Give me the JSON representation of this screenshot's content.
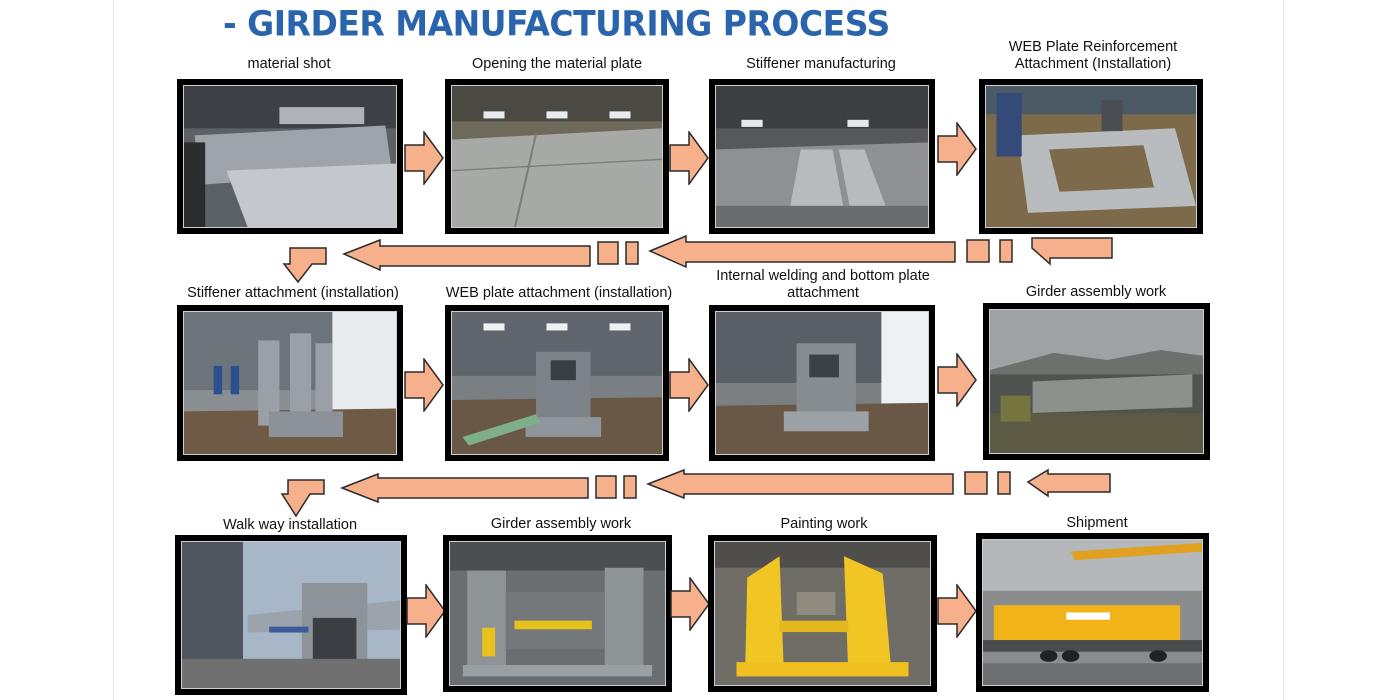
{
  "title": "- GIRDER MANUFACTURING PROCESS",
  "rows": [
    {
      "steps": [
        {
          "label": "material shot",
          "photo": "material-shot-photo"
        },
        {
          "label": "Opening the material plate",
          "photo": "material-plate-photo"
        },
        {
          "label": "Stiffener manufacturing",
          "photo": "stiffener-manufacturing-photo"
        },
        {
          "label": "WEB Plate Reinforcement\nAttachment (Installation)",
          "photo": "web-plate-reinforcement-photo"
        }
      ]
    },
    {
      "steps": [
        {
          "label": "Stiffener attachment (installation)",
          "photo": "stiffener-attachment-photo"
        },
        {
          "label": "WEB plate attachment (installation)",
          "photo": "web-plate-attachment-photo"
        },
        {
          "label": "Internal welding and bottom plate\nattachment",
          "photo": "internal-welding-photo"
        },
        {
          "label": "Girder assembly work",
          "photo": "girder-assembly-photo"
        }
      ]
    },
    {
      "steps": [
        {
          "label": "Walk way installation",
          "photo": "walk-way-photo"
        },
        {
          "label": "Girder assembly work",
          "photo": "girder-assembly-yellow-photo"
        },
        {
          "label": "Painting work",
          "photo": "painting-work-photo"
        },
        {
          "label": "Shipment",
          "photo": "shipment-photo"
        }
      ]
    }
  ],
  "colors": {
    "arrow_fill": "#f6b08c",
    "arrow_stroke": "#2b2b2b",
    "title": "#2a64ad",
    "frame": "#000000"
  }
}
